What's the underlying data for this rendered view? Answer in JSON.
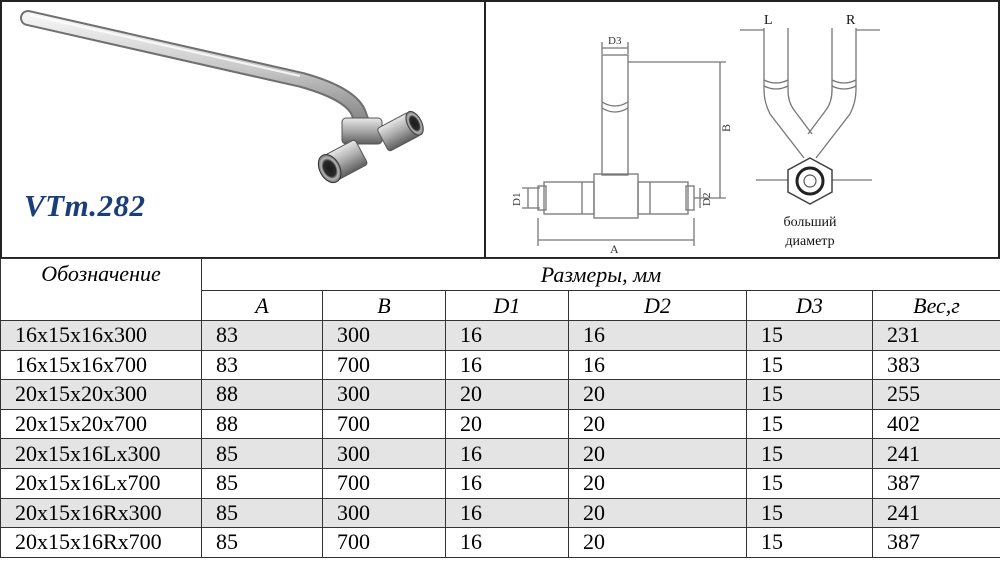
{
  "product": {
    "model_code": "VTm.282"
  },
  "diagram": {
    "labels": {
      "d3": "D3",
      "b": "B",
      "d1": "D1",
      "d2": "D2",
      "a": "A",
      "left": "L",
      "right": "R",
      "caption_line1": "больший",
      "caption_line2": "диаметр"
    }
  },
  "table": {
    "header_designation": "Обозначение",
    "header_dimensions": "Размеры, мм",
    "columns": [
      "A",
      "B",
      "D1",
      "D2",
      "D3",
      "Вес,г"
    ],
    "rows": [
      {
        "designation": "16x15x16x300",
        "values": [
          "83",
          "300",
          "16",
          "16",
          "15",
          "231"
        ]
      },
      {
        "designation": "16x15x16x700",
        "values": [
          "83",
          "700",
          "16",
          "16",
          "15",
          "383"
        ]
      },
      {
        "designation": "20x15x20x300",
        "values": [
          "88",
          "300",
          "20",
          "20",
          "15",
          "255"
        ]
      },
      {
        "designation": "20x15x20x700",
        "values": [
          "88",
          "700",
          "20",
          "20",
          "15",
          "402"
        ]
      },
      {
        "designation": "20x15x16Lx300",
        "values": [
          "85",
          "300",
          "16",
          "20",
          "15",
          "241"
        ]
      },
      {
        "designation": "20x15x16Lx700",
        "values": [
          "85",
          "700",
          "16",
          "20",
          "15",
          "387"
        ]
      },
      {
        "designation": "20x15x16Rx300",
        "values": [
          "85",
          "300",
          "16",
          "20",
          "15",
          "241"
        ]
      },
      {
        "designation": "20x15x16Rx700",
        "values": [
          "85",
          "700",
          "16",
          "20",
          "15",
          "387"
        ]
      }
    ]
  }
}
